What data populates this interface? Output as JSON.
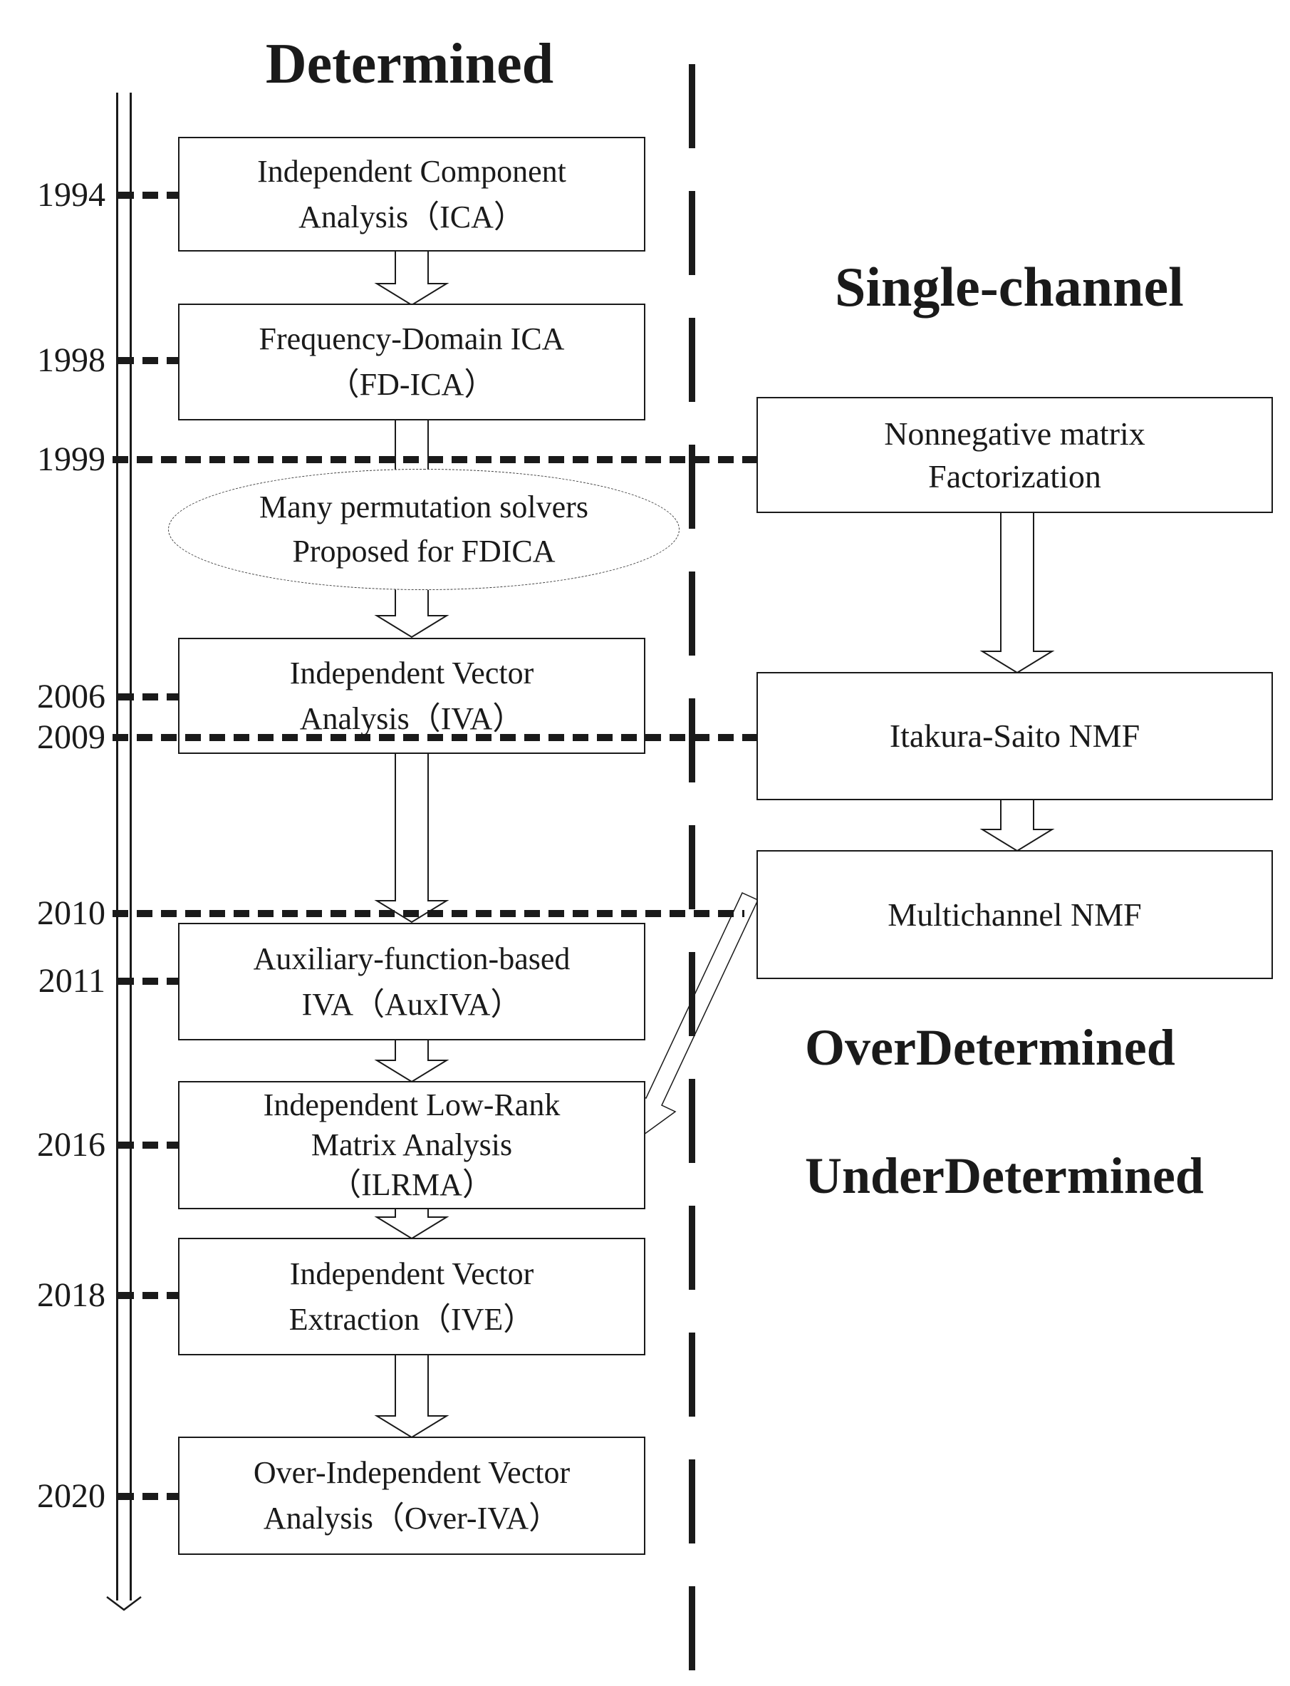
{
  "colors": {
    "ink": "#1a1a1a",
    "background": "#ffffff"
  },
  "headings": {
    "determined": "Determined",
    "single_channel": "Single-channel",
    "overdetermined": "OverDetermined",
    "underdetermined": "UnderDetermined"
  },
  "timeline": {
    "years": [
      {
        "label": "1994"
      },
      {
        "label": "1998"
      },
      {
        "label": "1999"
      },
      {
        "label": "2006"
      },
      {
        "label": "2009"
      },
      {
        "label": "2010"
      },
      {
        "label": "2011"
      },
      {
        "label": "2016"
      },
      {
        "label": "2018"
      },
      {
        "label": "2020"
      }
    ]
  },
  "flow": {
    "left": [
      {
        "id": "ica",
        "lines": [
          "Independent Component",
          "Analysis（ICA）"
        ]
      },
      {
        "id": "fd-ica",
        "lines": [
          "Frequency-Domain ICA",
          "（FD-ICA）"
        ]
      },
      {
        "id": "permutation-solvers",
        "shape": "ellipse",
        "lines": [
          "Many permutation solvers",
          "Proposed for FDICA"
        ]
      },
      {
        "id": "iva",
        "lines": [
          "Independent Vector",
          "Analysis（IVA）"
        ]
      },
      {
        "id": "auxiva",
        "lines": [
          "Auxiliary-function-based",
          "IVA（AuxIVA）"
        ]
      },
      {
        "id": "ilrma",
        "lines": [
          "Independent Low-Rank",
          "Matrix Analysis",
          "（ILRMA）"
        ]
      },
      {
        "id": "ive",
        "lines": [
          "Independent Vector",
          "Extraction（IVE）"
        ]
      },
      {
        "id": "over-iva",
        "lines": [
          "Over-Independent Vector",
          "Analysis（Over-IVA）"
        ]
      }
    ],
    "right": [
      {
        "id": "nmf",
        "lines": [
          "Nonnegative matrix",
          "Factorization"
        ]
      },
      {
        "id": "is-nmf",
        "lines": [
          "Itakura-Saito NMF"
        ]
      },
      {
        "id": "multichannel-nmf",
        "lines": [
          "Multichannel NMF"
        ]
      }
    ]
  }
}
